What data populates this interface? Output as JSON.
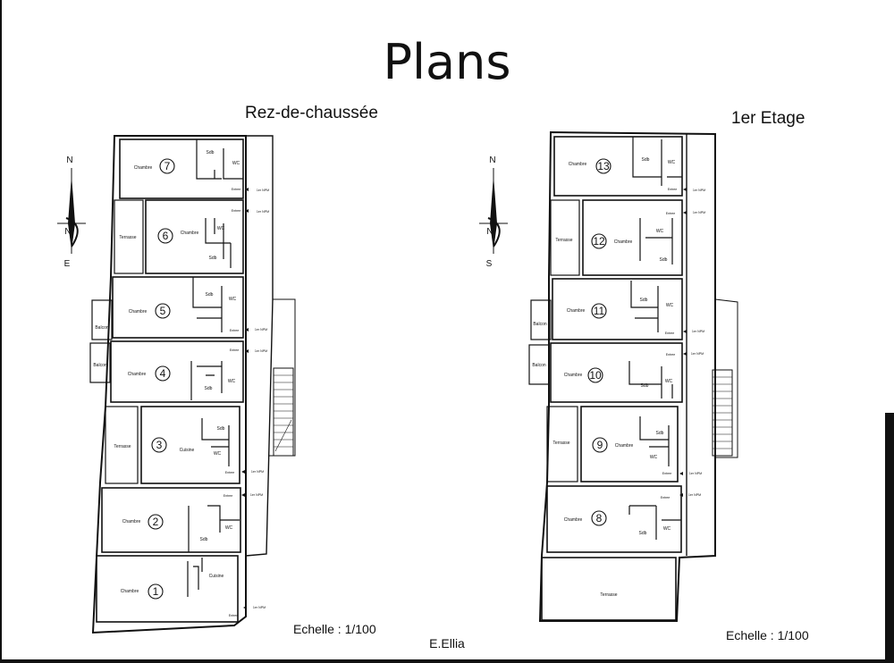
{
  "title": "Plans",
  "left_plan": {
    "heading": "Rez-de-chaussée",
    "scale": "Echelle : 1/100",
    "compass": {
      "top": "N",
      "center": "N",
      "bottom": "E"
    },
    "rooms": [
      {
        "num": "7",
        "label": "Chambre",
        "sdb": "Sdb",
        "wc": "WC",
        "entry": "Entree",
        "npm": "1er NPM"
      },
      {
        "num": "6",
        "label": "Chambre",
        "side": "Terrasse",
        "sdb": "Sdb",
        "wc": "WC",
        "entry": "Entree",
        "npm": "1er NPM"
      },
      {
        "num": "5",
        "label": "Chambre",
        "side": "Balcon",
        "sdb": "Sdb",
        "wc": "WC",
        "entry": "Entree",
        "npm": "1er NPM"
      },
      {
        "num": "4",
        "label": "Chambre",
        "side": "Balcon",
        "sdb": "Sdb",
        "wc": "WC",
        "entry": "Entree",
        "npm": "1er NPM"
      },
      {
        "num": "3",
        "label": "Cuisine",
        "side": "Terrasse",
        "sdb": "Sdb",
        "wc": "WC",
        "entry": "Entree",
        "npm": "1er NPM"
      },
      {
        "num": "2",
        "label": "Chambre",
        "sdb": "Sdb",
        "wc": "WC",
        "entry": "Entree",
        "npm": "1er NPM"
      },
      {
        "num": "1",
        "label": "Chambre",
        "sdb": "Cuisine",
        "entry": "Entree",
        "npm": "1er NPM"
      }
    ]
  },
  "right_plan": {
    "heading": "1er Etage",
    "scale": "Echelle : 1/100",
    "compass": {
      "top": "N",
      "center": "N",
      "bottom": "S"
    },
    "rooms": [
      {
        "num": "13",
        "label": "Chambre",
        "sdb": "Sdb",
        "wc": "WC",
        "entry": "Entree",
        "npm": "1er NPM"
      },
      {
        "num": "12",
        "label": "Chambre",
        "side": "Terrasse",
        "sdb": "Sdb",
        "wc": "WC",
        "entry": "Entree",
        "npm": "1er NPM"
      },
      {
        "num": "11",
        "label": "Chambre",
        "side": "Balcon",
        "sdb": "Sdb",
        "wc": "WC",
        "entry": "Entree",
        "npm": "1er NPM"
      },
      {
        "num": "10",
        "label": "Chambre",
        "side": "Balcon",
        "sdb": "Sdb",
        "wc": "WC",
        "entry": "Entree",
        "npm": "1er NPM"
      },
      {
        "num": "9",
        "label": "Chambre",
        "side": "Terrasse",
        "sdb": "Sdb",
        "wc": "WC",
        "entry": "Entree",
        "npm": "1er NPM"
      },
      {
        "num": "8",
        "label": "Chambre",
        "sdb": "Sdb",
        "wc": "WC",
        "entry": "Entree",
        "npm": "1er NPM"
      }
    ],
    "terrace": "Terrasse"
  },
  "author": "E.Ellia"
}
